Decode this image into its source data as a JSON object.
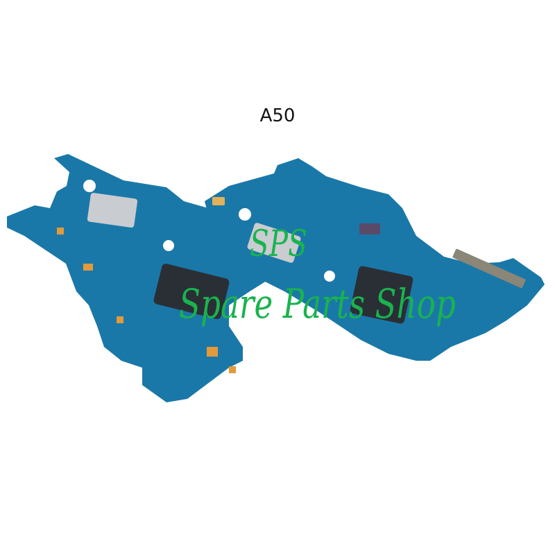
{
  "title": "A50",
  "watermark": {
    "line1": "SPS",
    "line2": "Spare Parts Shop",
    "color": "#19b34f"
  },
  "image": {
    "subject": "two charging port PCB boards",
    "pcb_color": "#1a78a8",
    "pad_color": "#e39a3a"
  }
}
